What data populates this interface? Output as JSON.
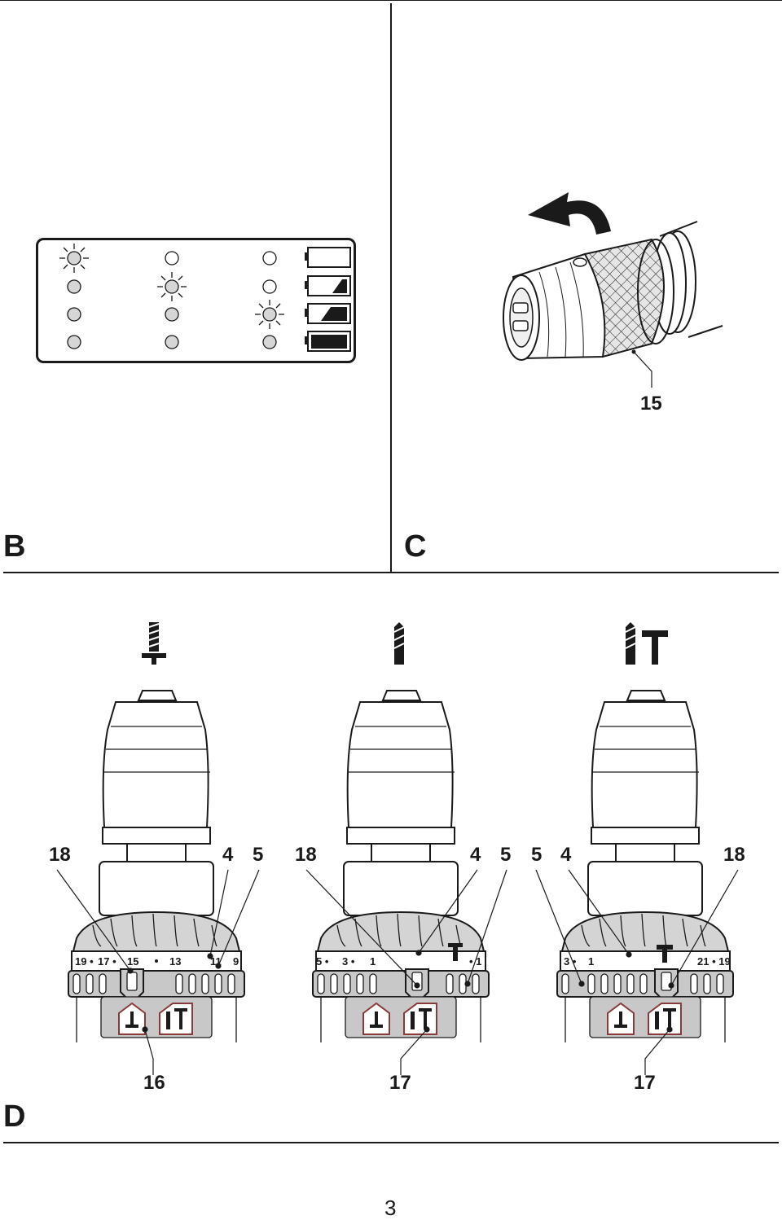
{
  "figures": {
    "B": {
      "label": "B",
      "led_panel": {
        "columns": 3,
        "rows": [
          {
            "leds": [
              "lit",
              "off",
              "off"
            ],
            "battery": "empty"
          },
          {
            "leds": [
              "off",
              "lit",
              "off"
            ],
            "battery": "low"
          },
          {
            "leds": [
              "off",
              "off",
              "lit"
            ],
            "battery": "medium"
          },
          {
            "leds": [
              "off",
              "off",
              "off"
            ],
            "battery": "full"
          }
        ]
      }
    },
    "C": {
      "label": "C",
      "callout": "15",
      "arrow_icon": "rotate-arrow-icon"
    },
    "D": {
      "label": "D",
      "modes": [
        {
          "mode_icon": "screwdriver-icon",
          "callouts_top": [
            "18",
            "4",
            "5"
          ],
          "callout_bottom": "16",
          "dial_numbers": [
            "19",
            "17",
            "15",
            "13",
            "11",
            "9"
          ]
        },
        {
          "mode_icon": "drill-icon",
          "callouts_top": [
            "18",
            "4",
            "5"
          ],
          "callout_bottom": "17",
          "dial_numbers": [
            "5",
            "3",
            "1",
            "1"
          ]
        },
        {
          "mode_icon": "hammer-drill-icon",
          "callouts_top": [
            "5",
            "4",
            "18"
          ],
          "callout_bottom": "17",
          "dial_numbers": [
            "3",
            "1",
            "21",
            "19"
          ]
        }
      ]
    }
  },
  "page_number": "3"
}
